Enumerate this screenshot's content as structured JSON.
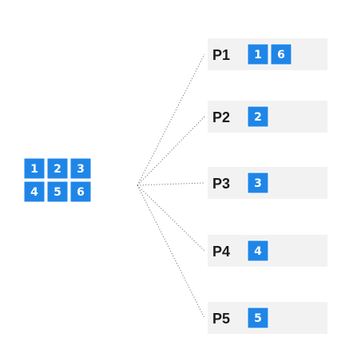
{
  "source": {
    "tiles": [
      "1",
      "2",
      "3",
      "4",
      "5",
      "6"
    ],
    "tile_color": "#1f86e8"
  },
  "partitions": [
    {
      "label": "P1",
      "tiles": [
        "1",
        "6"
      ]
    },
    {
      "label": "P2",
      "tiles": [
        "2"
      ]
    },
    {
      "label": "P3",
      "tiles": [
        "3"
      ]
    },
    {
      "label": "P4",
      "tiles": [
        "4"
      ]
    },
    {
      "label": "P5",
      "tiles": [
        "5"
      ]
    }
  ],
  "colors": {
    "tile": "#1f86e8",
    "tile_text": "#ffffff",
    "row_background": "#f2f2f2",
    "connector": "#777777",
    "label": "#1b1b1b"
  }
}
